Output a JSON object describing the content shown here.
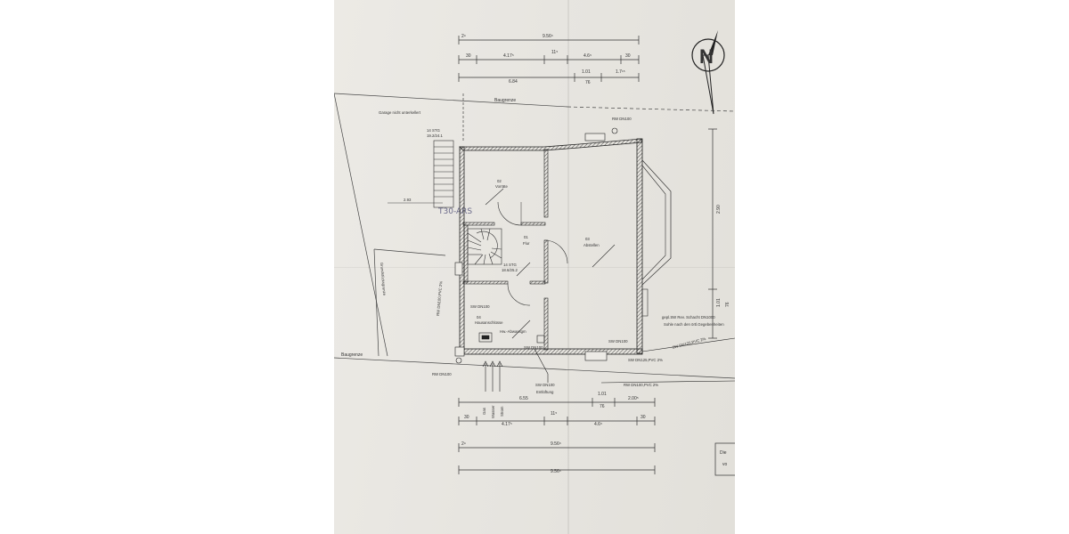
{
  "plan": {
    "dims_top": {
      "overall": "9.56⁵",
      "seg_a": "30",
      "seg_b": "4.17⁵",
      "seg_c": "11⁵",
      "seg_d": "4.6⁵",
      "seg_e": "30",
      "seg_f": "6.84",
      "seg_g": "1.01",
      "seg_h": "76",
      "seg_i": "1.7¹⁵"
    },
    "dims_bottom": {
      "seg_a": "6.55",
      "seg_b": "1.01",
      "seg_c": "76",
      "seg_d": "2.00⁵",
      "seg_e": "30",
      "seg_f": "4.17⁵",
      "seg_g": "11⁵",
      "seg_h": "4.6⁵",
      "seg_i": "30",
      "overall_1": "9.56⁵",
      "overall_2": "9.56⁵"
    },
    "dims_right": {
      "height": "2.90",
      "small": "1.01",
      "tiny": "76"
    },
    "labels": {
      "baugrenze_top": "Baugrenze",
      "baugrenze_bottom": "Baugrenze",
      "garage": "Garage nicht unterkellert",
      "garage_dim": "2.93",
      "grenze": "Grundstücksgrenze",
      "room_02_num": "02",
      "room_02_name": "Vorräte",
      "room_01_num": "01",
      "room_01_name": "Flur",
      "room_03_num": "03",
      "room_03_name": "Abstellen",
      "room_04_num": "04",
      "room_04_name": "Hausanschlüsse",
      "stair_top_1": "14 STG",
      "stair_top_2": "19.2/24.1",
      "stair_mid_1": "14 STG",
      "stair_mid_2": "18.6/25.2",
      "sw_dn100_a": "SW DN100",
      "sw_dn100_b": "SW DN100",
      "sw_dn100_c": "SW DN100",
      "rw_dn100_top": "RW DN100",
      "rw_dn100_bottom": "RW DN100",
      "rw_pvc_left": "RW DN100,PVC 2%",
      "hw_abw": "Hw.-Abwassgm",
      "entlueftung": "Entlüftung",
      "revision": "gepl.SW Rev. Schacht DN1000",
      "sohle": "Sohle nach den örtl.Gegebenheiten",
      "sw_pvc_1": "SW DN125,PVC 2%",
      "sw_pvc_2": "SW DN125,PVC 2%",
      "rw_pvc_bottom": "RW DN100,PVC 2%",
      "gas": "Gas",
      "wasser": "Wasser",
      "strom": "Strom",
      "handnote": "T30-ARS",
      "right_box_1": "Die",
      "right_box_2": "vo"
    }
  }
}
